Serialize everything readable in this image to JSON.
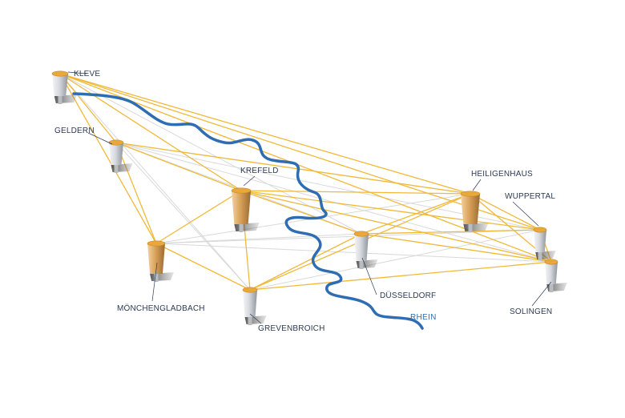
{
  "colors": {
    "link_primary": "#f0b93a",
    "link_secondary": "#d9d9d9",
    "river": "#2f6db3",
    "tower_gold": "#d9a25a",
    "tower_silver": "#c9ccd1",
    "tower_cap": "#e9a83a",
    "label": "#2b3a55"
  },
  "river": {
    "name": "RHEIN"
  },
  "cities": [
    {
      "id": "kleve",
      "label": "KLEVE",
      "tower": "silver"
    },
    {
      "id": "geldern",
      "label": "GELDERN",
      "tower": "silver"
    },
    {
      "id": "krefeld",
      "label": "KREFELD",
      "tower": "gold"
    },
    {
      "id": "heiligenhaus",
      "label": "HEILIGENHAUS",
      "tower": "gold"
    },
    {
      "id": "wuppertal",
      "label": "WUPPERTAL",
      "tower": "silver"
    },
    {
      "id": "moenchengladbach",
      "label": "MÖNCHENGLADBACH",
      "tower": "gold"
    },
    {
      "id": "duesseldorf",
      "label": "DÜSSELDORF",
      "tower": "silver"
    },
    {
      "id": "grevenbroich",
      "label": "GREVENBROICH",
      "tower": "silver"
    },
    {
      "id": "solingen",
      "label": "SOLINGEN",
      "tower": "silver"
    }
  ]
}
